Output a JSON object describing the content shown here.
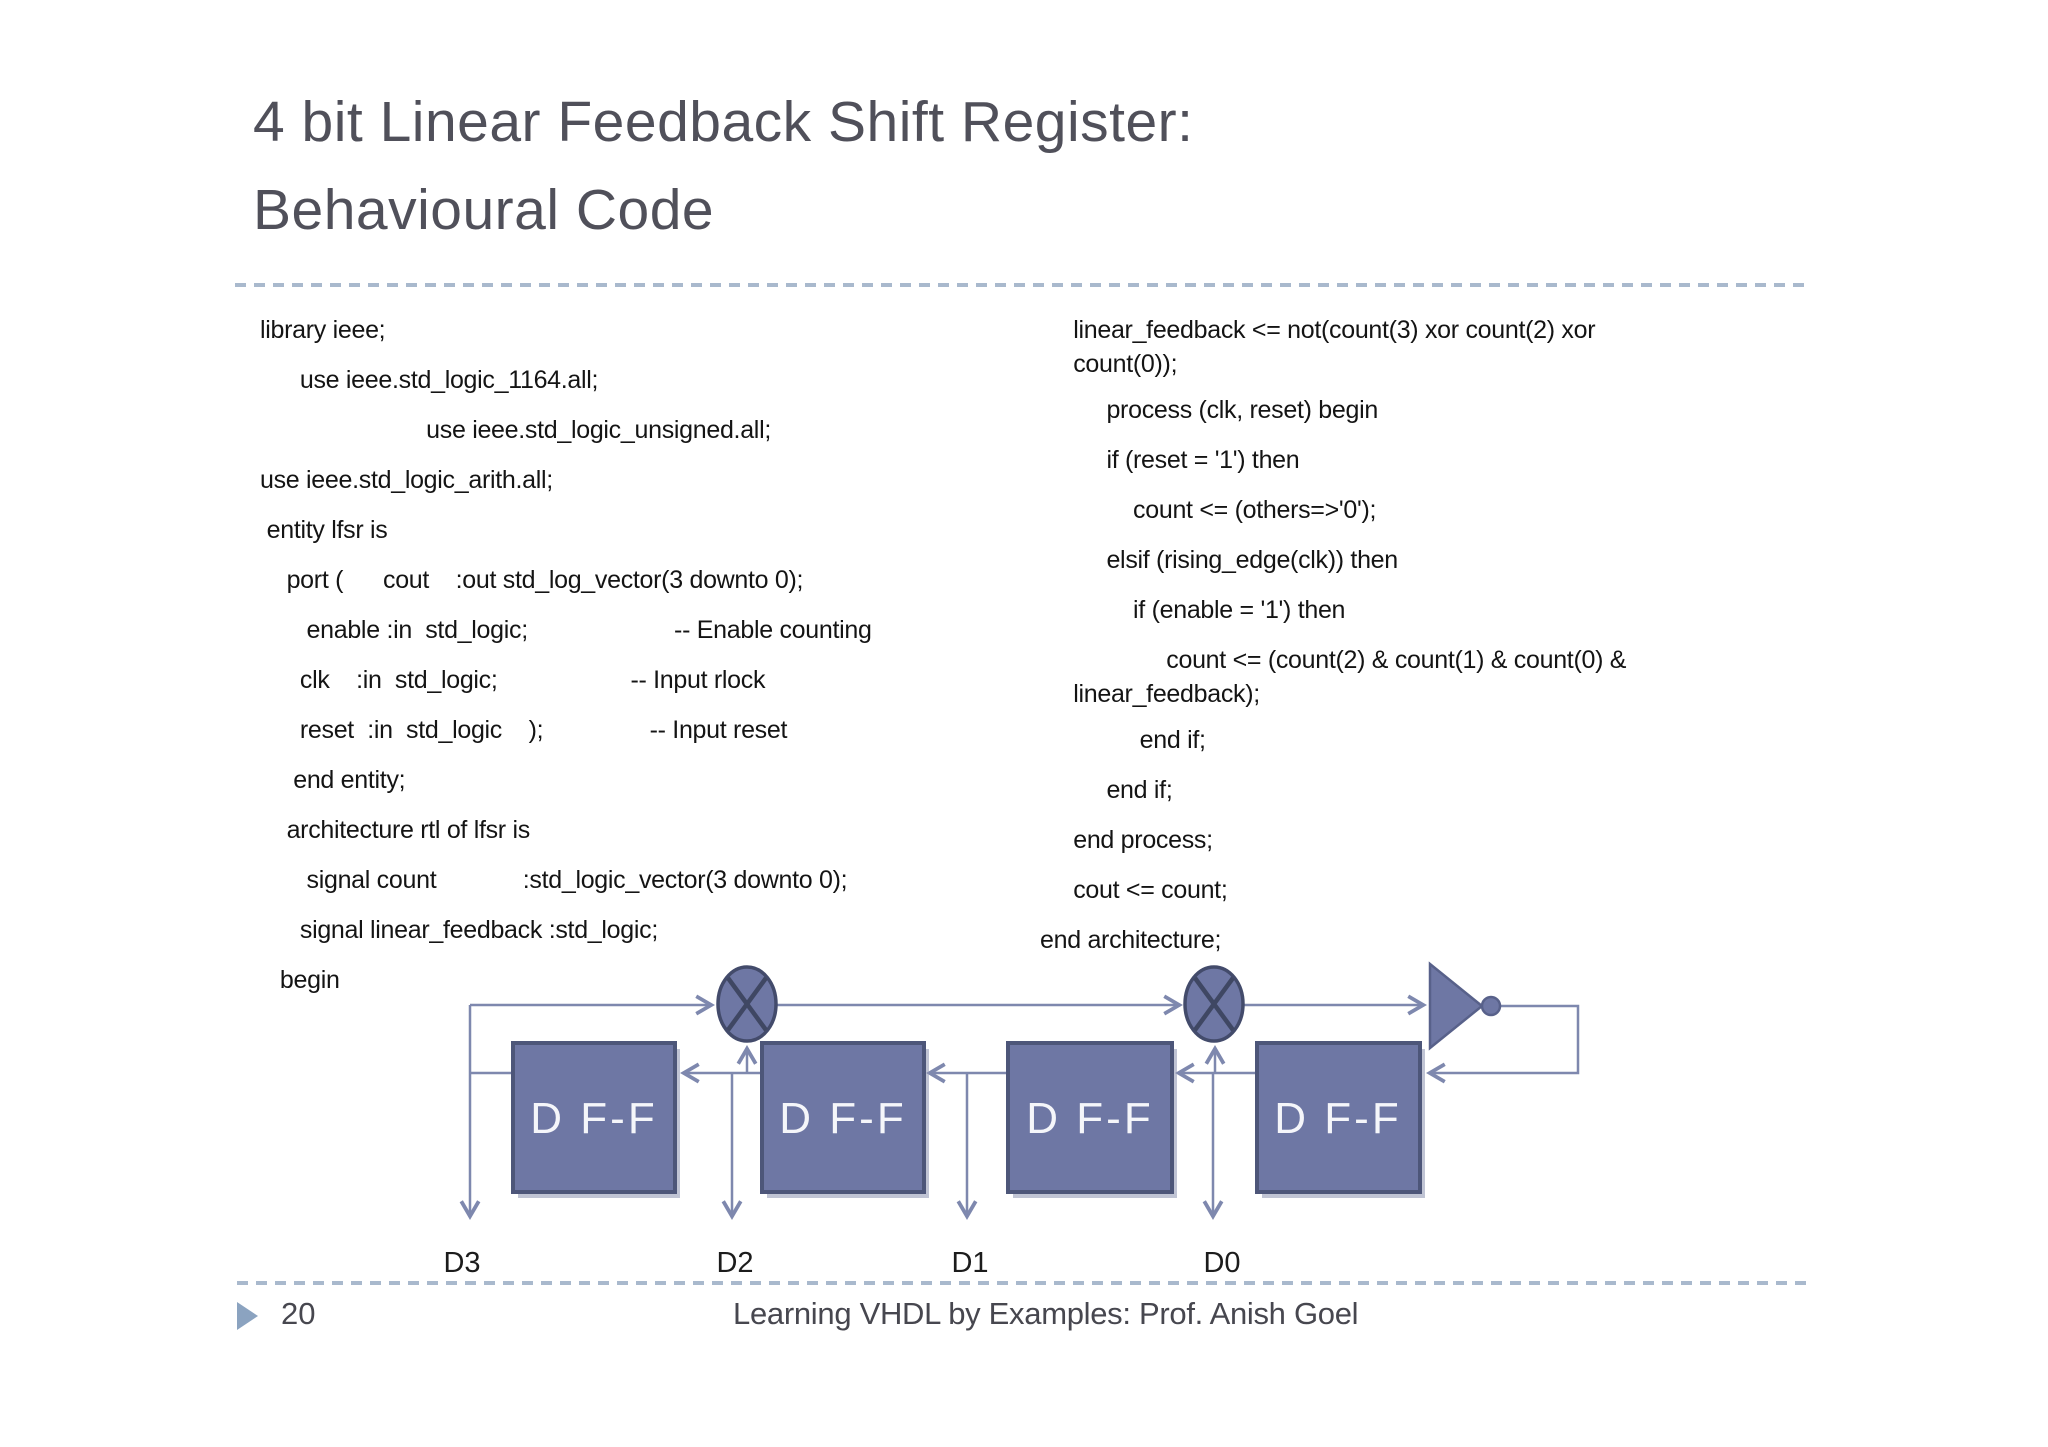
{
  "slide": {
    "title_line1": "4 bit Linear Feedback Shift Register:",
    "title_line2": "Behavioural Code",
    "page_number": "20",
    "footer_text": "Learning VHDL by Examples: Prof. Anish Goel"
  },
  "left_code": {
    "lines": [
      {
        "text": "library ieee;"
      },
      {
        "text": "      use ieee.std_logic_1164.all;"
      },
      {
        "text": "                         use ieee.std_logic_unsigned.all;"
      },
      {
        "text": "use ieee.std_logic_arith.all;"
      },
      {
        "text": " entity lfsr is"
      },
      {
        "text": "    port (      cout    :out std_log_vector(3 downto 0);"
      },
      {
        "text": "       enable :in  std_logic;                      -- Enable counting"
      },
      {
        "text": "      clk    :in  std_logic;                    -- Input rlock"
      },
      {
        "text": "      reset  :in  std_logic    );                -- Input reset"
      },
      {
        "text": "     end entity;"
      },
      {
        "text": "    architecture rtl of lfsr is"
      },
      {
        "text": "       signal count             :std_logic_vector(3 downto 0);"
      },
      {
        "text": "      signal linear_feedback :std_logic;"
      },
      {
        "text": "   begin"
      }
    ]
  },
  "right_code": {
    "lines": [
      {
        "text": "     linear_feedback <= not(count(3) xor count(2) xor"
      },
      {
        "text": "     count(0));",
        "wrap": true
      },
      {
        "text": "          process (clk, reset) begin"
      },
      {
        "text": "          if (reset = '1') then"
      },
      {
        "text": "              count <= (others=>'0');"
      },
      {
        "text": "          elsif (rising_edge(clk)) then"
      },
      {
        "text": "              if (enable = '1') then"
      },
      {
        "text": "                   count <= (count(2) & count(1) & count(0) &"
      },
      {
        "text": "     linear_feedback);",
        "wrap": true
      },
      {
        "text": "               end if;"
      },
      {
        "text": "          end if;"
      },
      {
        "text": "     end process;"
      },
      {
        "text": "     cout <= count;"
      },
      {
        "text": "end architecture;"
      }
    ]
  },
  "diagram": {
    "boxes": [
      {
        "label": "D F-F"
      },
      {
        "label": "D F-F"
      },
      {
        "label": "D F-F"
      },
      {
        "label": "D F-F"
      }
    ],
    "outputs": [
      "D3",
      "D2",
      "D1",
      "D0"
    ],
    "gates": [
      "xor-gate",
      "xor-gate",
      "inverter"
    ],
    "colors": {
      "box_fill": "#6e77a4",
      "box_border": "#4d5679",
      "wire": "#7e88ae",
      "dashed_divider": "#a9b9cd",
      "footer_bullet": "#8ba3c0",
      "title_text": "#50505a"
    }
  }
}
